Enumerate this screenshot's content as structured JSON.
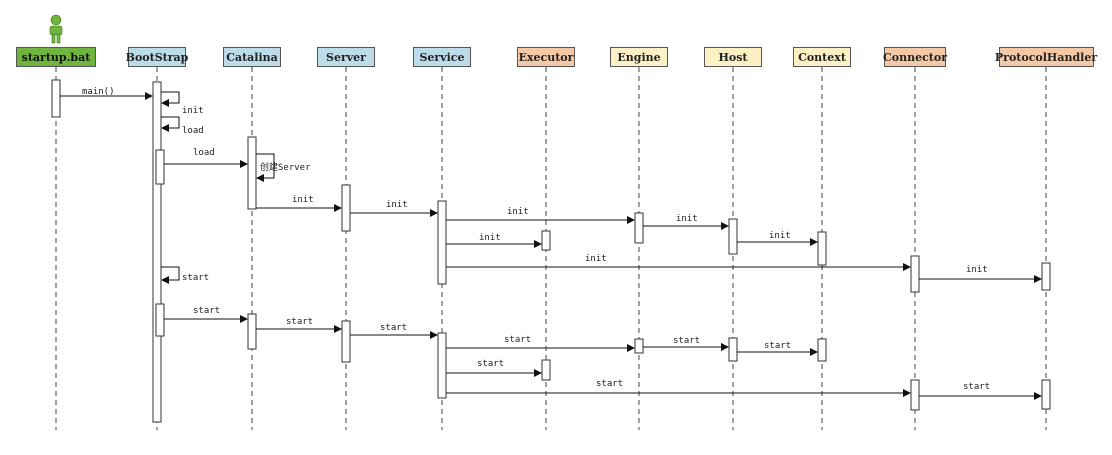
{
  "participants": [
    {
      "name": "startup.bat",
      "color": "#6fb43f",
      "kind": "actor"
    },
    {
      "name": "BootStrap",
      "color": "#bcdcea"
    },
    {
      "name": "Catalina",
      "color": "#bcdcea"
    },
    {
      "name": "Server",
      "color": "#bcdcea"
    },
    {
      "name": "Service",
      "color": "#bcdcea"
    },
    {
      "name": "Executor",
      "color": "#f6c9a6"
    },
    {
      "name": "Engine",
      "color": "#fdf0c4"
    },
    {
      "name": "Host",
      "color": "#fdf0c4"
    },
    {
      "name": "Context",
      "color": "#fdf0c4"
    },
    {
      "name": "Connector",
      "color": "#f6c9a6"
    },
    {
      "name": "ProtocolHandler",
      "color": "#f6c9a6"
    }
  ],
  "messages": [
    {
      "from": "startup.bat",
      "to": "BootStrap",
      "label": "main()"
    },
    {
      "from": "BootStrap",
      "to": "BootStrap",
      "label": "init",
      "self": true
    },
    {
      "from": "BootStrap",
      "to": "BootStrap",
      "label": "load",
      "self": true
    },
    {
      "from": "BootStrap",
      "to": "Catalina",
      "label": "load"
    },
    {
      "from": "Catalina",
      "to": "Catalina",
      "label": "创建Server",
      "self": true
    },
    {
      "from": "Catalina",
      "to": "Server",
      "label": "init"
    },
    {
      "from": "Server",
      "to": "Service",
      "label": "init"
    },
    {
      "from": "Service",
      "to": "Engine",
      "label": "init"
    },
    {
      "from": "Service",
      "to": "Executor",
      "label": "init"
    },
    {
      "from": "Engine",
      "to": "Host",
      "label": "init"
    },
    {
      "from": "Host",
      "to": "Context",
      "label": "init"
    },
    {
      "from": "Service",
      "to": "Connector",
      "label": "init"
    },
    {
      "from": "Connector",
      "to": "ProtocolHandler",
      "label": "init"
    },
    {
      "from": "BootStrap",
      "to": "BootStrap",
      "label": "start",
      "self": true
    },
    {
      "from": "BootStrap",
      "to": "Catalina",
      "label": "start"
    },
    {
      "from": "Catalina",
      "to": "Server",
      "label": "start"
    },
    {
      "from": "Server",
      "to": "Service",
      "label": "start"
    },
    {
      "from": "Service",
      "to": "Engine",
      "label": "start"
    },
    {
      "from": "Engine",
      "to": "Host",
      "label": "start"
    },
    {
      "from": "Host",
      "to": "Context",
      "label": "start"
    },
    {
      "from": "Service",
      "to": "Executor",
      "label": "start"
    },
    {
      "from": "Service",
      "to": "Connector",
      "label": "start"
    },
    {
      "from": "Connector",
      "to": "ProtocolHandler",
      "label": "start"
    }
  ]
}
